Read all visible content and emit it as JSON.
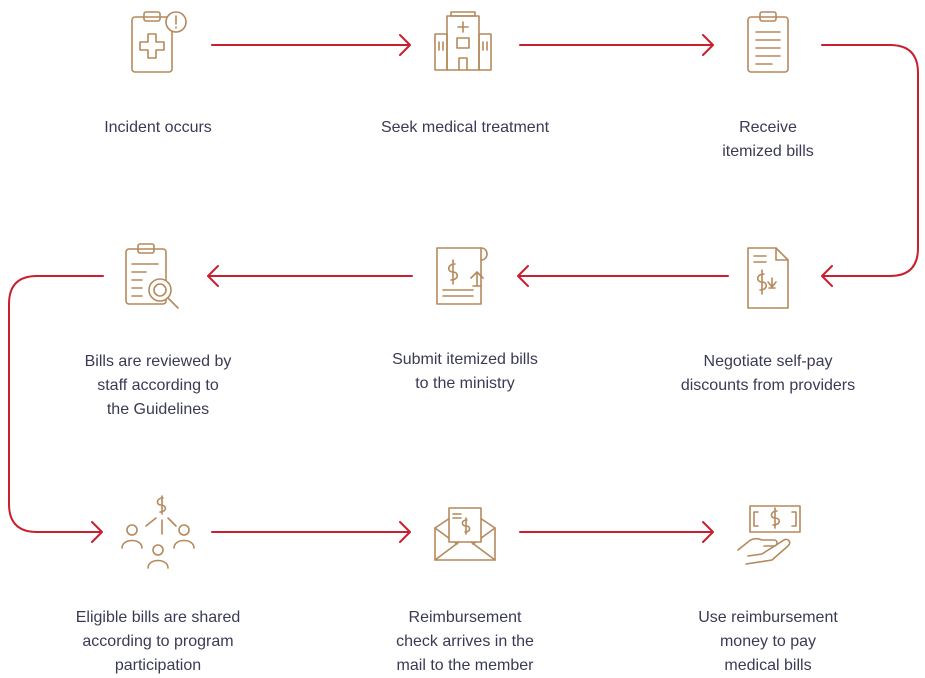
{
  "colors": {
    "arrow": "#c8202f",
    "icon": "#b5895b",
    "text": "#3a3a55"
  },
  "steps": [
    {
      "id": "incident",
      "icon": "clipboard-medical-alert-icon",
      "lines": [
        "Incident occurs"
      ]
    },
    {
      "id": "treatment",
      "icon": "hospital-building-icon",
      "lines": [
        "Seek medical treatment"
      ]
    },
    {
      "id": "receive-bills",
      "icon": "clipboard-bill-icon",
      "lines": [
        "Receive",
        "itemized bills"
      ]
    },
    {
      "id": "negotiate",
      "icon": "document-dollar-down-icon",
      "lines": [
        "Negotiate self-pay",
        "discounts from providers"
      ]
    },
    {
      "id": "submit",
      "icon": "receipt-dollar-upload-icon",
      "lines": [
        "Submit itemized bills",
        "to the ministry"
      ]
    },
    {
      "id": "review",
      "icon": "clipboard-magnifier-icon",
      "lines": [
        "Bills are reviewed by",
        "staff according to",
        "the Guidelines"
      ]
    },
    {
      "id": "share",
      "icon": "people-network-dollar-icon",
      "lines": [
        "Eligible bills are shared",
        "according to program",
        "participation"
      ]
    },
    {
      "id": "reimbursement",
      "icon": "envelope-check-icon",
      "lines": [
        "Reimbursement",
        "check arrives in the",
        "mail to the member"
      ]
    },
    {
      "id": "pay",
      "icon": "hand-money-icon",
      "lines": [
        "Use reimbursement",
        "money to pay",
        "medical bills"
      ]
    }
  ]
}
